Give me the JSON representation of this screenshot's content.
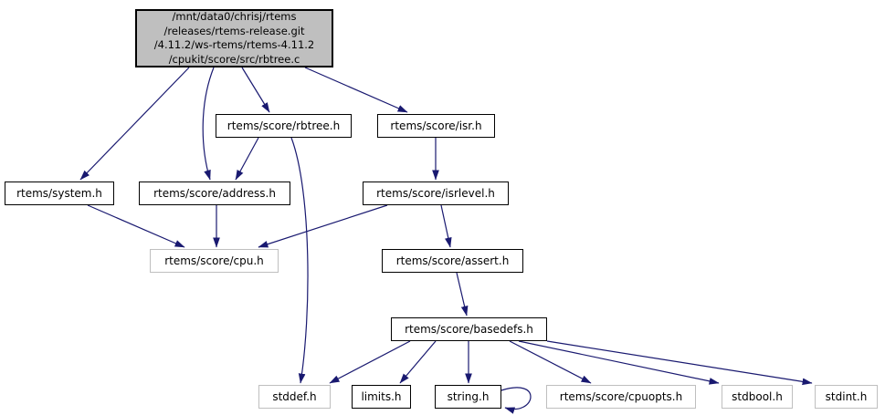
{
  "diagram": {
    "kind": "include-dependency-graph",
    "colors": {
      "edge": "#191970",
      "root_fill": "#bfbfbf",
      "documented_border": "#000000",
      "undocumented_border": "#bfbfbf",
      "background": "#ffffff"
    },
    "nodes": {
      "root": {
        "label": "/mnt/data0/chrisj/rtems\n/releases/rtems-release.git\n/4.11.2/ws-rtems/rtems-4.11.2\n/cpukit/score/src/rbtree.c"
      },
      "rbtree": {
        "label": "rtems/score/rbtree.h"
      },
      "isr": {
        "label": "rtems/score/isr.h"
      },
      "system": {
        "label": "rtems/system.h"
      },
      "address": {
        "label": "rtems/score/address.h"
      },
      "isrlevel": {
        "label": "rtems/score/isrlevel.h"
      },
      "cpu": {
        "label": "rtems/score/cpu.h"
      },
      "assert": {
        "label": "rtems/score/assert.h"
      },
      "basedefs": {
        "label": "rtems/score/basedefs.h"
      },
      "stddef": {
        "label": "stddef.h"
      },
      "limits": {
        "label": "limits.h"
      },
      "string": {
        "label": "string.h"
      },
      "cpuopts": {
        "label": "rtems/score/cpuopts.h"
      },
      "stdbool": {
        "label": "stdbool.h"
      },
      "stdint": {
        "label": "stdint.h"
      }
    },
    "edges": [
      {
        "from": "/cpukit/score/src/rbtree.c",
        "to": "rtems/system.h"
      },
      {
        "from": "/cpukit/score/src/rbtree.c",
        "to": "rtems/score/address.h"
      },
      {
        "from": "/cpukit/score/src/rbtree.c",
        "to": "rtems/score/rbtree.h"
      },
      {
        "from": "/cpukit/score/src/rbtree.c",
        "to": "rtems/score/isr.h"
      },
      {
        "from": "rtems/score/rbtree.h",
        "to": "rtems/score/address.h"
      },
      {
        "from": "rtems/score/rbtree.h",
        "to": "stddef.h"
      },
      {
        "from": "rtems/score/isr.h",
        "to": "rtems/score/isrlevel.h"
      },
      {
        "from": "rtems/system.h",
        "to": "rtems/score/cpu.h"
      },
      {
        "from": "rtems/score/address.h",
        "to": "rtems/score/cpu.h"
      },
      {
        "from": "rtems/score/isrlevel.h",
        "to": "rtems/score/cpu.h"
      },
      {
        "from": "rtems/score/isrlevel.h",
        "to": "rtems/score/assert.h"
      },
      {
        "from": "rtems/score/assert.h",
        "to": "rtems/score/basedefs.h"
      },
      {
        "from": "rtems/score/basedefs.h",
        "to": "stddef.h"
      },
      {
        "from": "rtems/score/basedefs.h",
        "to": "limits.h"
      },
      {
        "from": "rtems/score/basedefs.h",
        "to": "string.h"
      },
      {
        "from": "rtems/score/basedefs.h",
        "to": "rtems/score/cpuopts.h"
      },
      {
        "from": "rtems/score/basedefs.h",
        "to": "stdbool.h"
      },
      {
        "from": "rtems/score/basedefs.h",
        "to": "stdint.h"
      },
      {
        "from": "string.h",
        "to": "string.h"
      }
    ]
  }
}
